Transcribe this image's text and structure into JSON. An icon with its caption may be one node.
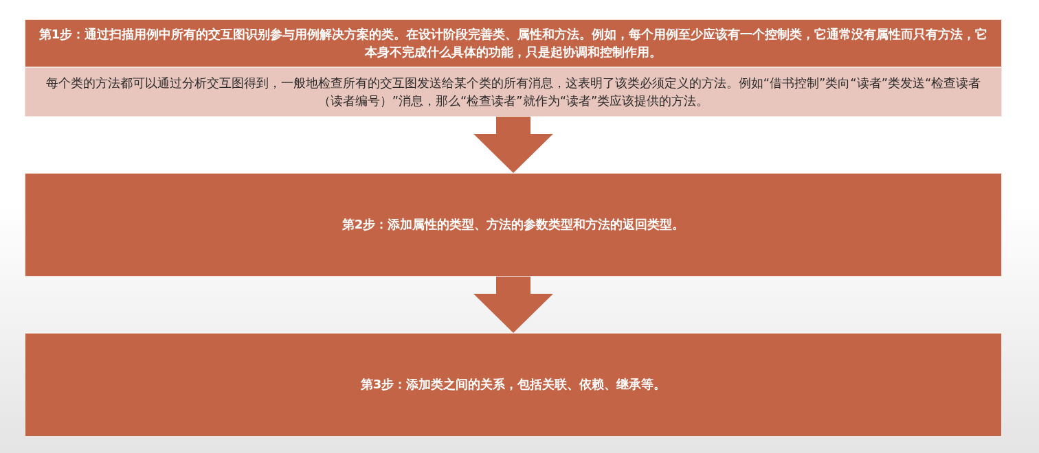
{
  "diagram": {
    "nodes": [
      {
        "text": [
          "第1步：通过扫描用例中所有的交互图识别参与用例解决方案的类。在设计阶段完善类、属性和方法。例如，每个用例至少应该有一个控制类，它通常没有属性而只有方法，它本身不完成什么具体的功能，只是起协调和控制作用。"
        ]
      },
      {
        "text": [
          "每个类的方法都可以通过分析交互图得到，一般地检查所有的交互图发送给某个类的所有消息，这表明了该类必须定义的方法。例如“借书控制”类向“读者”类发送“检查读者（读者编号）”消息，那么“检查读者”就作为“读者”类应该提供的方法。"
        ]
      },
      {
        "text": [
          "第2步：添加属性的类型、方法的参数类型和方法的返回类型。"
        ]
      },
      {
        "text": [
          "第3步：添加类之间的关系，包括关联、依赖、继承等。"
        ]
      }
    ],
    "edges": [
      {
        "from": 1,
        "to": 2,
        "arrow": "to"
      },
      {
        "from": 2,
        "to": 3,
        "arrow": "to"
      }
    ]
  }
}
